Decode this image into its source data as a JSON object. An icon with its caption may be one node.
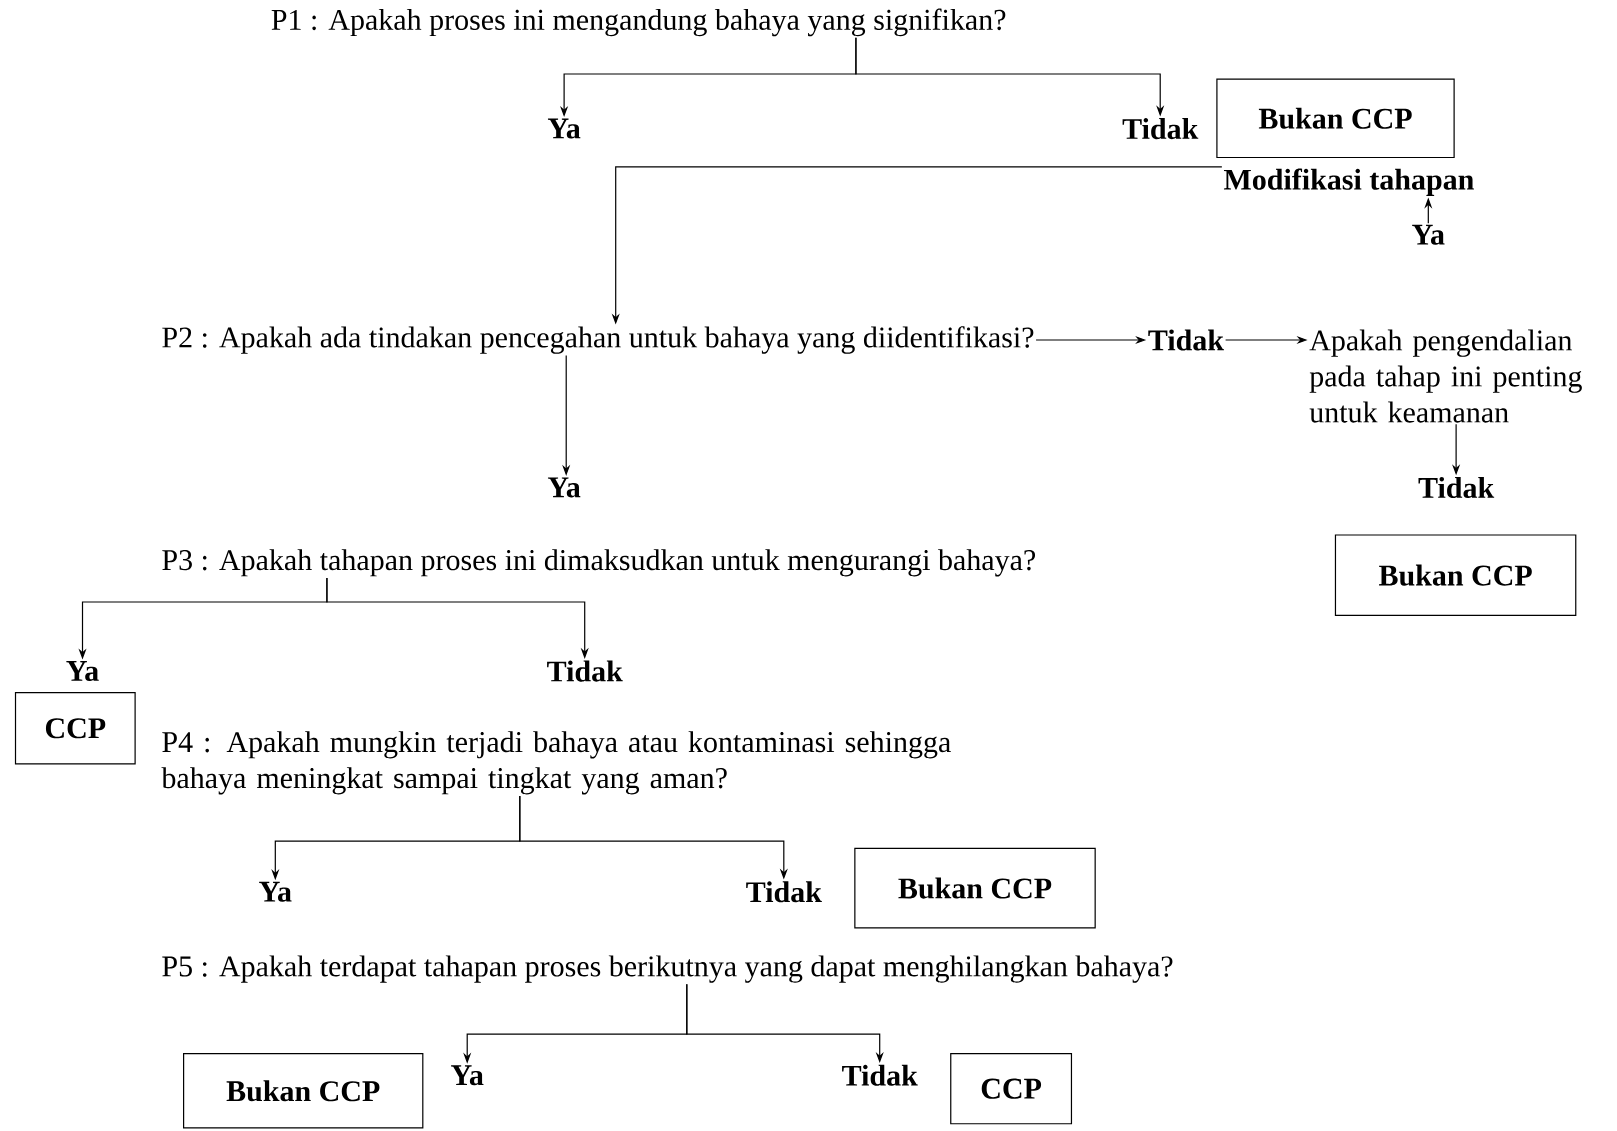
{
  "diagram": {
    "nodes": [
      {
        "text": [
          "P1 : Apakah proses ini mengandung bahaya yang signifikan?"
        ]
      },
      {
        "text": [
          "Ya"
        ]
      },
      {
        "text": [
          "Tidak"
        ]
      },
      {
        "text": [
          "Bukan CCP"
        ]
      },
      {
        "text": [
          "Modifikasi tahapan"
        ]
      },
      {
        "text": [
          "Ya"
        ]
      },
      {
        "text": [
          "P2 : Apakah ada tindakan pencegahan untuk bahaya yang diidentifikasi?"
        ]
      },
      {
        "text": [
          "Tidak"
        ]
      },
      {
        "text": [
          "Apakah pengendalian pada tahap ini penting untuk keamanan"
        ]
      },
      {
        "text": [
          "Ya"
        ]
      },
      {
        "text": [
          "Tidak"
        ]
      },
      {
        "text": [
          "Bukan CCP"
        ]
      },
      {
        "text": [
          "P3 : Apakah tahapan proses ini dimaksudkan untuk mengurangi bahaya?"
        ]
      },
      {
        "text": [
          "Ya"
        ]
      },
      {
        "text": [
          "Tidak"
        ]
      },
      {
        "text": [
          "CCP"
        ]
      },
      {
        "text": [
          "P4 : Apakah mungkin terjadi bahaya atau kontaminasi sehingga bahaya meningkat sampai tingkat yang aman?"
        ]
      },
      {
        "text": [
          "Ya"
        ]
      },
      {
        "text": [
          "Tidak"
        ]
      },
      {
        "text": [
          "Bukan CCP"
        ]
      },
      {
        "text": [
          "P5 : Apakah terdapat tahapan proses berikutnya yang dapat menghilangkan bahaya?"
        ]
      },
      {
        "text": [
          "Bukan CCP"
        ]
      },
      {
        "text": [
          "Ya"
        ]
      },
      {
        "text": [
          "Tidak"
        ]
      },
      {
        "text": [
          "CCP"
        ]
      }
    ],
    "edges": [
      {
        "from": 0,
        "to": 1,
        "arrow": "to"
      },
      {
        "from": 0,
        "to": 2,
        "arrow": "to"
      },
      {
        "from": 4,
        "to": 6,
        "arrow": "to"
      },
      {
        "from": 5,
        "to": 4,
        "arrow": "to"
      },
      {
        "from": 6,
        "to": 7,
        "arrow": "to"
      },
      {
        "from": 7,
        "to": 8,
        "arrow": "to"
      },
      {
        "from": 6,
        "to": 9,
        "arrow": "to"
      },
      {
        "from": 8,
        "to": 10,
        "arrow": "to"
      },
      {
        "from": 12,
        "to": 13,
        "arrow": "to"
      },
      {
        "from": 12,
        "to": 14,
        "arrow": "to"
      },
      {
        "from": 16,
        "to": 17,
        "arrow": "to"
      },
      {
        "from": 16,
        "to": 18,
        "arrow": "to"
      },
      {
        "from": 20,
        "to": 22,
        "arrow": "to"
      },
      {
        "from": 20,
        "to": 23,
        "arrow": "to"
      }
    ]
  }
}
